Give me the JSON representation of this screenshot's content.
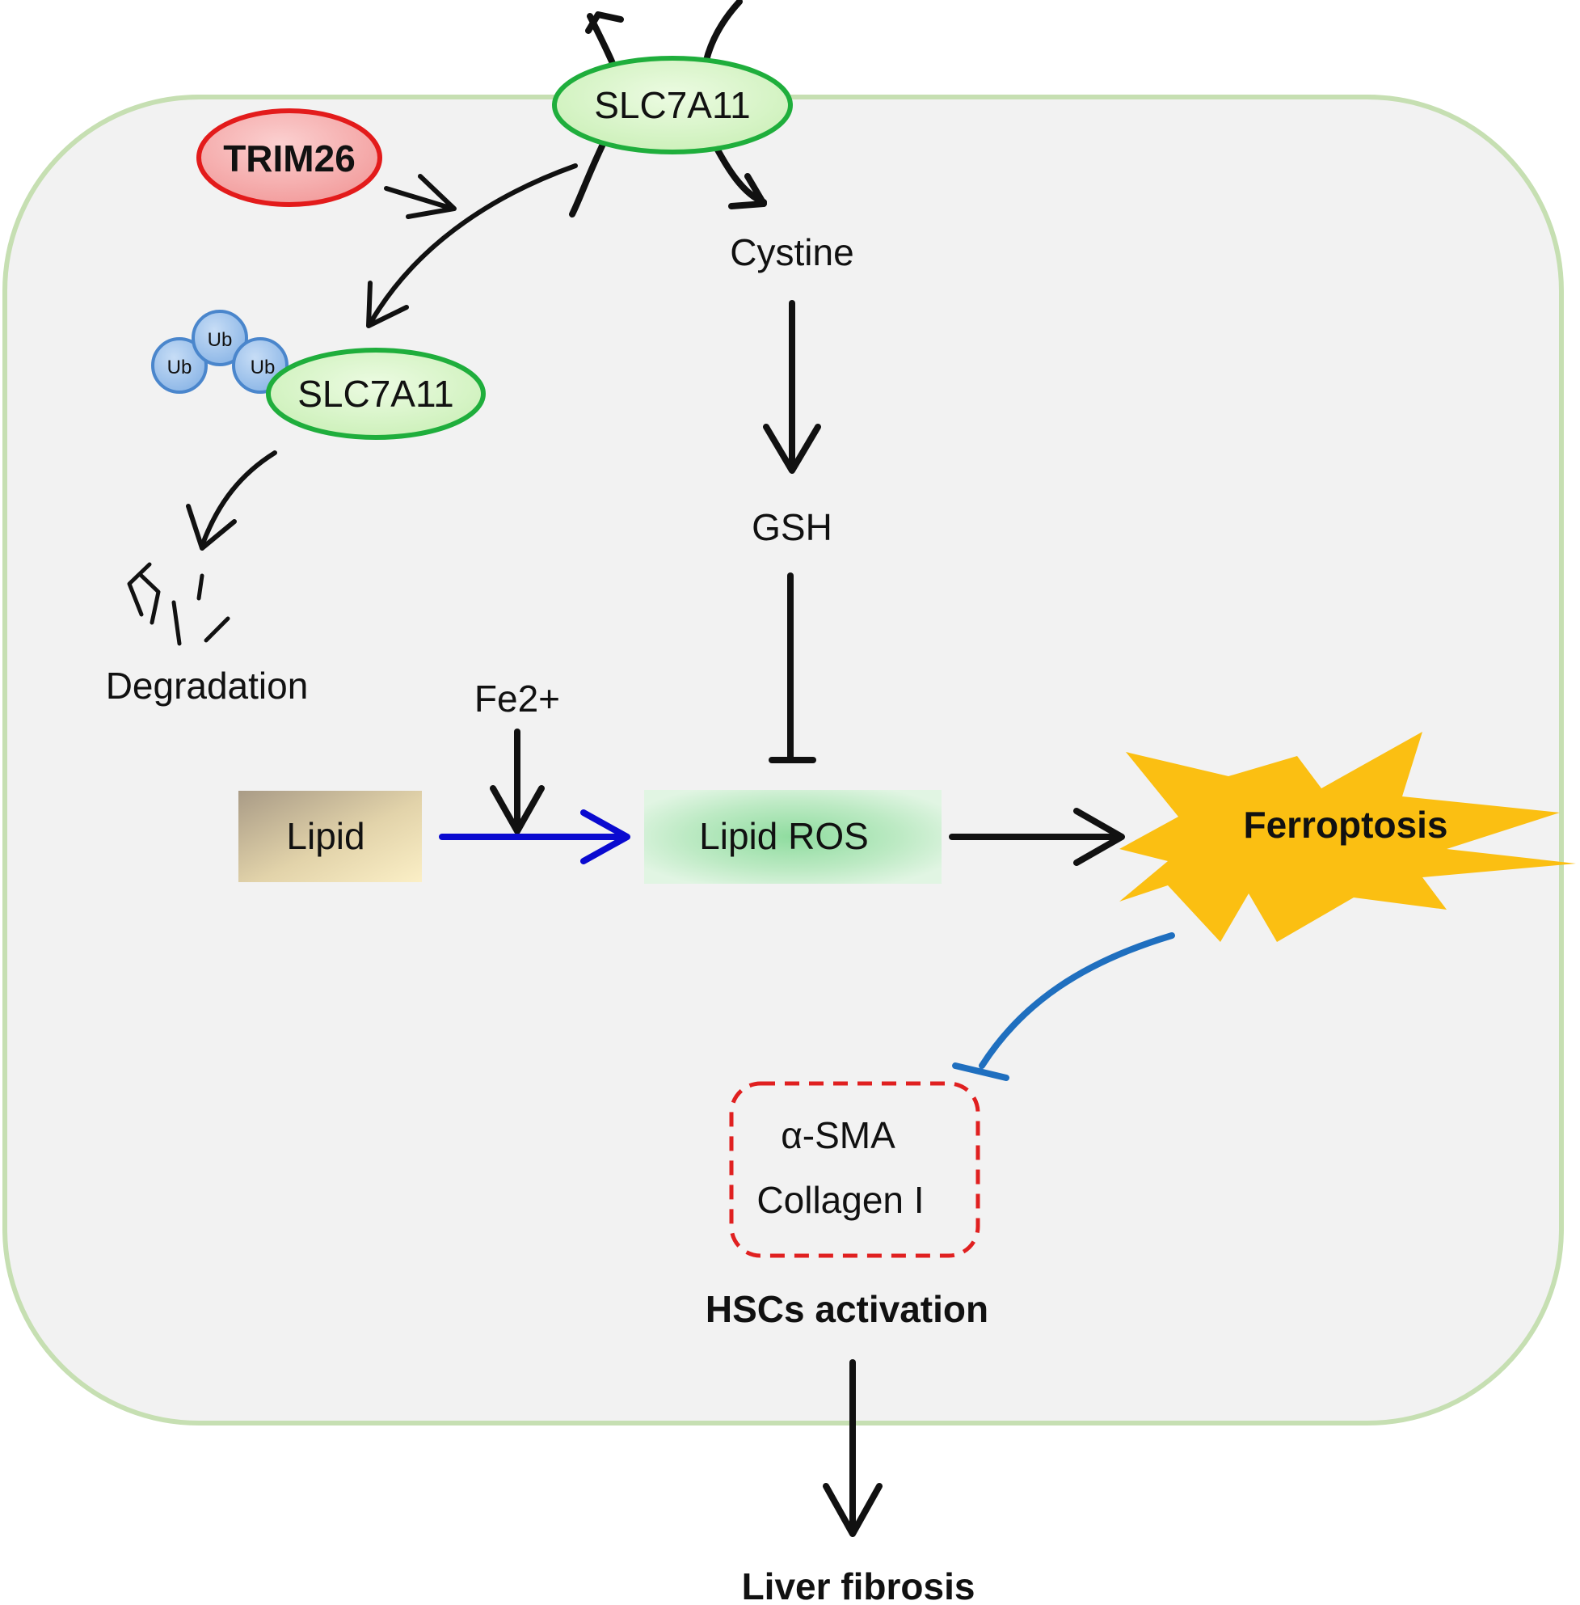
{
  "nodes": {
    "trim26": "TRIM26",
    "slc7a11_membrane": "SLC7A11",
    "slc7a11_ub": "SLC7A11",
    "ub_labels": [
      "Ub",
      "Ub",
      "Ub"
    ],
    "cystine": "Cystine",
    "gsh": "GSH",
    "degradation": "Degradation",
    "fe2": "Fe2+",
    "lipid": "Lipid",
    "lipid_ros": "Lipid ROS",
    "ferroptosis": "Ferroptosis",
    "alpha_sma": "α-SMA",
    "collagen": "Collagen I",
    "hscs": "HSCs activation",
    "liver_fibrosis": "Liver fibrosis"
  },
  "colors": {
    "cell_fill": "#f2f2f2",
    "cell_border": "#c6dfb2",
    "trim26_fill": "#f5a3a3",
    "trim26_border": "#e31b1b",
    "slc_fill": "#d9f5c8",
    "slc_border": "#1fae3c",
    "ub_fill": "#9ec4ec",
    "ub_border": "#4a86cc",
    "lipid_arrow": "#0a0ad0",
    "inhibit_blue": "#1f6fbf",
    "ferroptosis_fill": "#fbbf12",
    "marker_box_border": "#e02020"
  }
}
